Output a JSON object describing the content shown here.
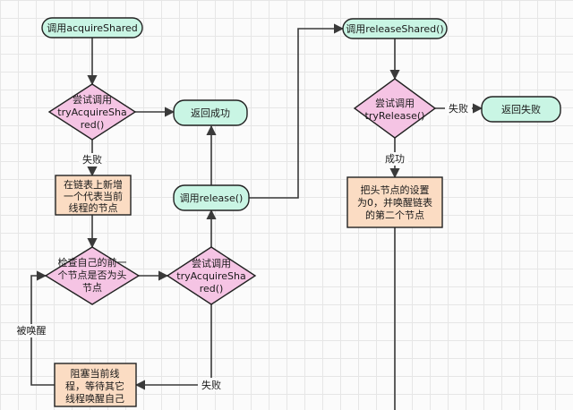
{
  "colors": {
    "terminal_fill": "#c9f5e4",
    "decision_fill": "#f5c4e4",
    "process_fill": "#fbdcc3",
    "stroke": "#222222",
    "edge": "#3a3a3a"
  },
  "nodes": {
    "start_acquire": "调用acquireShared",
    "try_acquire_1": [
      "尝试调用",
      "tryAcquireSha",
      "red()"
    ],
    "return_success": "返回成功",
    "add_to_queue": [
      "在链表上新增",
      "一个代表当前",
      "线程的节点"
    ],
    "check_predecessor": [
      "检查自己的前一",
      "个节点是否为头",
      "节点"
    ],
    "try_acquire_2": [
      "尝试调用",
      "tryAcquireSha",
      "red()"
    ],
    "call_release": "调用release()",
    "block_thread": [
      "阻塞当前线",
      "程，等待其它",
      "线程唤醒自己"
    ],
    "start_release": "调用releaseShared()",
    "try_release": [
      "尝试调用",
      "tryRelease()"
    ],
    "return_fail": "返回失败",
    "set_head": [
      "把头节点的设置",
      "为0，并唤醒链表",
      "的第二个节点"
    ]
  },
  "edge_labels": {
    "acquire_fail": "失败",
    "acquire_fail_2": "失败",
    "awakened": "被唤醒",
    "release_fail": "失败",
    "release_success": "成功"
  }
}
